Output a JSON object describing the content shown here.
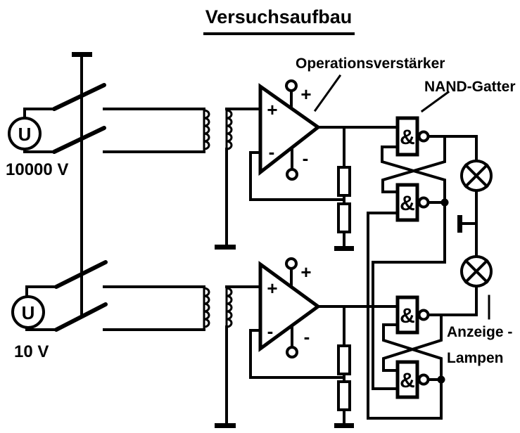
{
  "title": "Versuchsaufbau",
  "annotations": {
    "opamp_label": "Operationsverstärker",
    "nand_label": "NAND-Gatter",
    "lamps_label_line1": "Anzeige -",
    "lamps_label_line2": "Lampen"
  },
  "sources": {
    "source1": {
      "symbol": "U",
      "voltage": "10000 V"
    },
    "source2": {
      "symbol": "U",
      "voltage": "10 V"
    }
  },
  "opamp": {
    "plus": "+",
    "minus": "-"
  },
  "nand_gate_symbol": "&",
  "components": {
    "voltage_sources": 2,
    "switch_poles": 4,
    "transformers": 2,
    "opamps": 2,
    "nand_gates": 4,
    "indicator_lamps": 2,
    "resistors": 4,
    "ground_symbols": 4
  },
  "colors": {
    "ink": "#000000",
    "paper": "#ffffff"
  }
}
